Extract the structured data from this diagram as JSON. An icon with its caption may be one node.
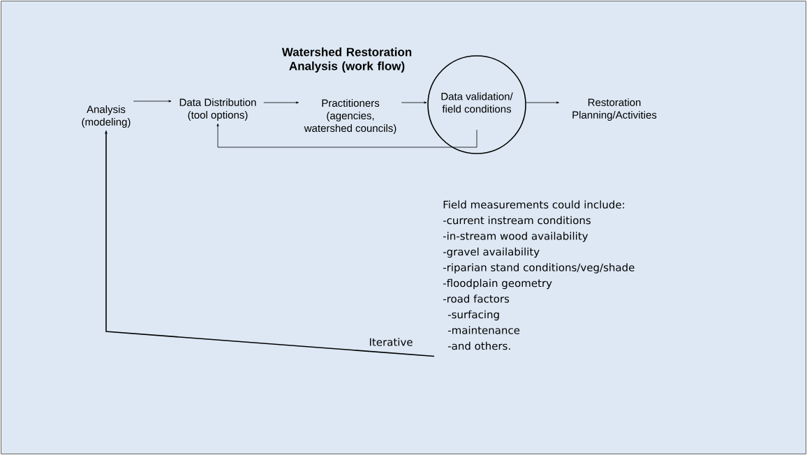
{
  "diagram": {
    "title": "Watershed Restoration Analysis (work flow)",
    "nodes": [
      {
        "text": [
          "Analysis (modeling)"
        ]
      },
      {
        "text": [
          "Data Distribution (tool options)"
        ]
      },
      {
        "text": [
          "Practitioners (agencies, watershed councils)"
        ]
      },
      {
        "text": [
          "Data validation/ field conditions"
        ]
      },
      {
        "text": [
          "Restoration Planning/Activities"
        ]
      },
      {
        "text": [
          "Field measurements could include:",
          "-current instream conditions",
          "-in-stream wood availability",
          "-gravel availability",
          "-riparian stand conditions/veg/shade",
          "-floodplain geometry",
          "-road factors",
          "-surfacing",
          "-maintenance",
          "-and others."
        ]
      }
    ],
    "edges": [
      {
        "from": 0,
        "to": 1,
        "arrow": "to"
      },
      {
        "from": 1,
        "to": 2,
        "arrow": "to"
      },
      {
        "from": 2,
        "to": 3,
        "arrow": "to"
      },
      {
        "from": 3,
        "to": 4,
        "arrow": "to"
      },
      {
        "from": 3,
        "to": 1,
        "arrow": "to"
      },
      {
        "from": 5,
        "to": 0,
        "label": "Iterative",
        "arrow": "to"
      }
    ]
  }
}
